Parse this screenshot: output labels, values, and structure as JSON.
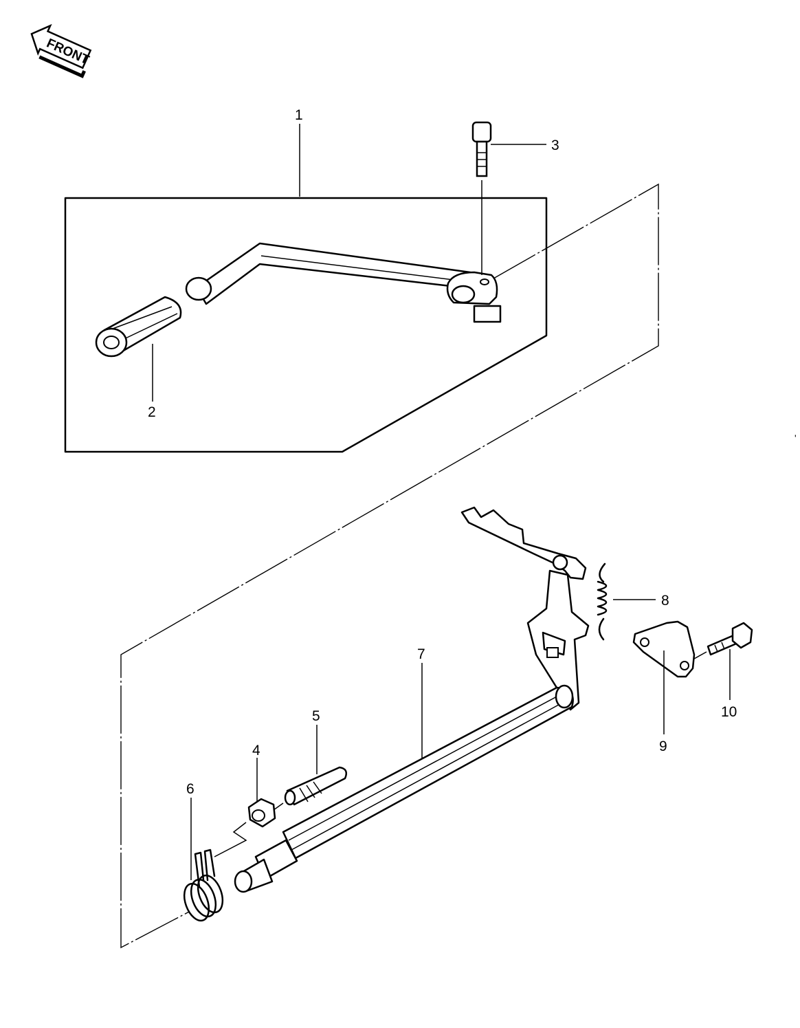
{
  "front_arrow": {
    "label": "FRONT"
  },
  "callouts": [
    {
      "id": "1",
      "text": "1"
    },
    {
      "id": "2",
      "text": "2"
    },
    {
      "id": "3",
      "text": "3"
    },
    {
      "id": "4",
      "text": "4"
    },
    {
      "id": "5",
      "text": "5"
    },
    {
      "id": "6",
      "text": "6"
    },
    {
      "id": "7",
      "text": "7"
    },
    {
      "id": "8",
      "text": "8"
    },
    {
      "id": "9",
      "text": "9"
    },
    {
      "id": "10",
      "text": "10"
    }
  ],
  "stray_mark": "'"
}
